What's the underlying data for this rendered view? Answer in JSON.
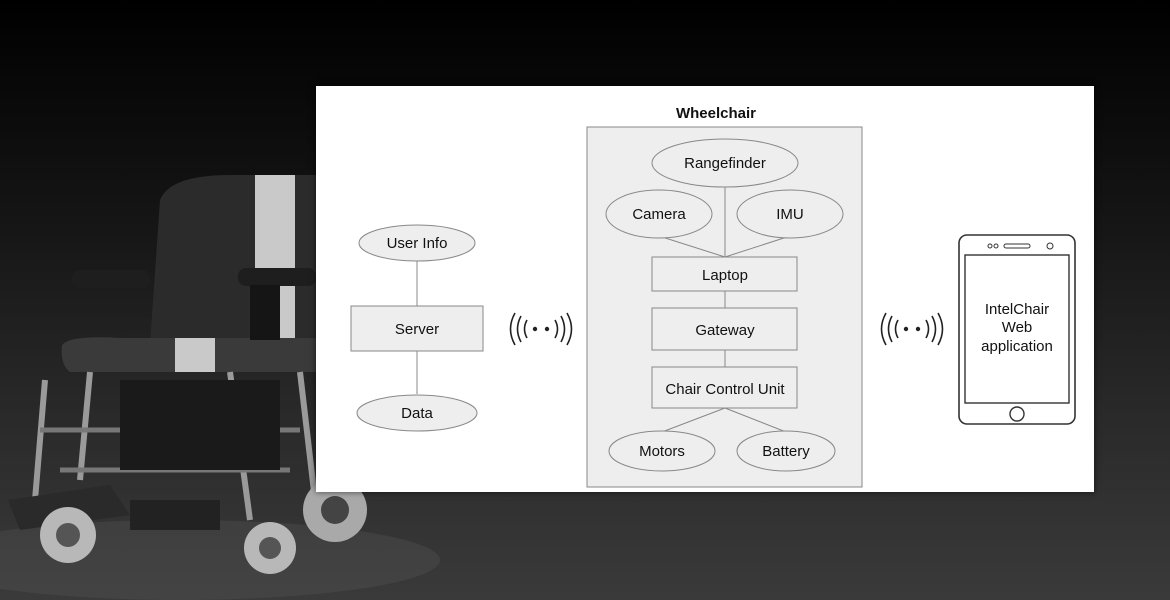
{
  "diagram": {
    "group_title": "Wheelchair",
    "server_side": {
      "user_info": "User Info",
      "server": "Server",
      "data": "Data"
    },
    "wheelchair": {
      "rangefinder": "Rangefinder",
      "camera": "Camera",
      "imu": "IMU",
      "laptop": "Laptop",
      "gateway": "Gateway",
      "chair_control_unit": "Chair Control Unit",
      "motors": "Motors",
      "battery": "Battery"
    },
    "app": {
      "line1": "IntelChair",
      "line2": "Web",
      "line3": "application"
    },
    "icons": [
      "wireless-signal-icon",
      "wireless-signal-icon",
      "smartphone-icon"
    ],
    "colors": {
      "box_fill": "#eeeeee",
      "box_stroke": "#888888",
      "group_fill": "#eeeeee",
      "connector": "#888888"
    }
  }
}
